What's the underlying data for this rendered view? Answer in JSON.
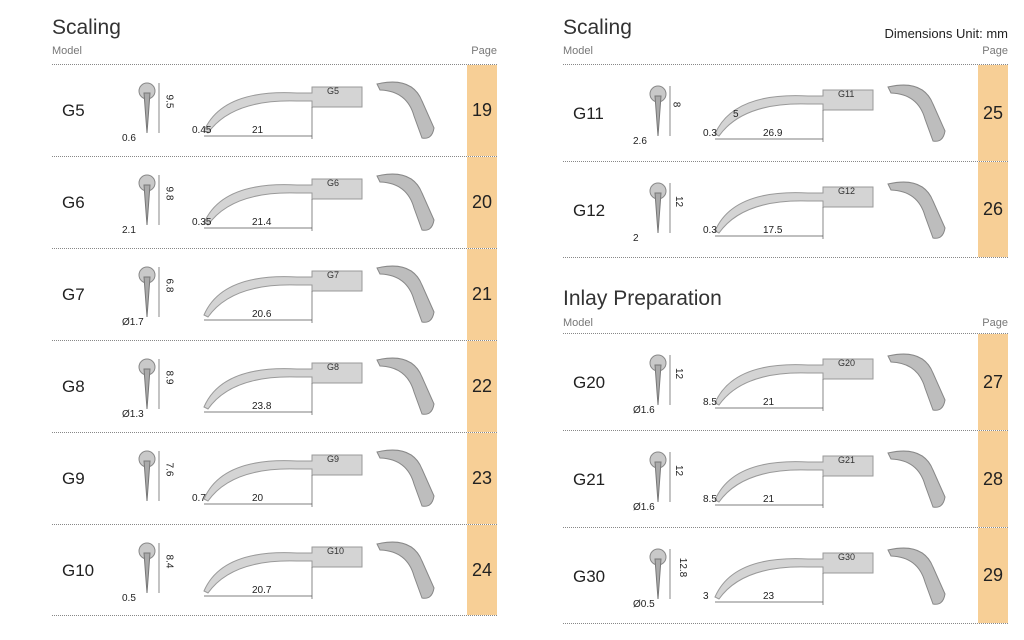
{
  "left": {
    "title": "Scaling",
    "model_label": "Model",
    "page_label": "Page",
    "rows": [
      {
        "model": "G5",
        "width": "0.6",
        "height": "9.5",
        "tip": "0.45",
        "length": "21",
        "page": "19"
      },
      {
        "model": "G6",
        "width": "2.1",
        "height": "9.8",
        "tip": "0.35",
        "length": "21.4",
        "page": "20"
      },
      {
        "model": "G7",
        "width": "Ø1.7",
        "height": "6.8",
        "tip": "",
        "length": "20.6",
        "page": "21"
      },
      {
        "model": "G8",
        "width": "Ø1.3",
        "height": "8.9",
        "tip": "",
        "length": "23.8",
        "page": "22"
      },
      {
        "model": "G9",
        "width": "",
        "height": "7.6",
        "tip": "0.7",
        "length": "20",
        "page": "23"
      },
      {
        "model": "G10",
        "width": "0.5",
        "height": "8.4",
        "tip": "",
        "length": "20.7",
        "page": "24"
      }
    ]
  },
  "right": {
    "title": "Scaling",
    "units": "Dimensions Unit: mm",
    "model_label": "Model",
    "page_label": "Page",
    "rows": [
      {
        "model": "G11",
        "width": "2.6",
        "height": "8",
        "tip": "0.3",
        "extra": "5",
        "length": "26.9",
        "page": "25"
      },
      {
        "model": "G12",
        "width": "2",
        "height": "12",
        "tip": "0.3",
        "length": "17.5",
        "page": "26"
      }
    ]
  },
  "inlay": {
    "title": "Inlay Preparation",
    "model_label": "Model",
    "page_label": "Page",
    "rows": [
      {
        "model": "G20",
        "width": "Ø1.6",
        "height": "12",
        "tip": "8.5",
        "length": "21",
        "page": "27"
      },
      {
        "model": "G21",
        "width": "Ø1.6",
        "height": "12",
        "tip": "8.5",
        "length": "21",
        "page": "28"
      },
      {
        "model": "G30",
        "width": "Ø0.5",
        "height": "12.8",
        "tip": "3",
        "length": "23",
        "page": "29"
      }
    ]
  }
}
